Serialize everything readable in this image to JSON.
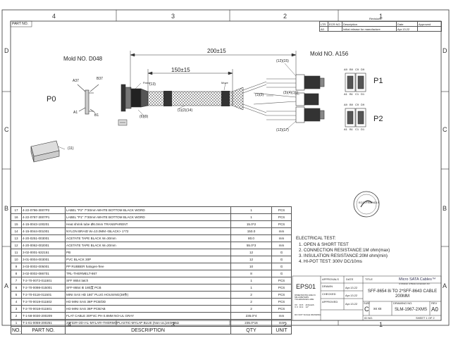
{
  "zones": {
    "top": [
      "4",
      "3",
      "2",
      "1"
    ],
    "bottom": [
      "4",
      "3",
      "2",
      "1"
    ],
    "left": [
      "D",
      "C",
      "B",
      "A"
    ],
    "right": [
      "D",
      "C",
      "B",
      "A"
    ]
  },
  "part_no_tag": "PART NO.",
  "revisions": {
    "title": "Revisions",
    "headers": [
      "LTR",
      "ECR NO",
      "Description",
      "Date",
      "Approved"
    ],
    "row": [
      "A0",
      "",
      "Initial release for manufacture",
      "Apr.13.22",
      ""
    ]
  },
  "drawing": {
    "mold_left": "Mold NO. D048",
    "mold_right": "Mold NO. A156",
    "p0": "P0",
    "p1": "P1",
    "p2": "P2",
    "pins_left": [
      "A37",
      "B37",
      "A1",
      "B1"
    ],
    "pins_p1": [
      "A9",
      "B9",
      "C9",
      "D9",
      "A1",
      "B1",
      "C1",
      "D1"
    ],
    "pins_p2": [
      "A9",
      "B9",
      "C9",
      "D9",
      "A1",
      "B1",
      "C1",
      "D1"
    ],
    "dim_overall": "200±15",
    "dim_inner": "150±15",
    "fixed": "Fixed",
    "move": "Move",
    "callouts": [
      "(12)(15)",
      "(3)(4)(16)",
      "(1)(2)",
      "(1)(2)(14)",
      "(6)(9)",
      "(12)(17)",
      "(11)",
      "(13)"
    ]
  },
  "electrical_test": {
    "title": "ELECTRICAL TEST:",
    "items": [
      "1. OPEN & SHORT TEST",
      "2. CONNECTION RESISTANCE:1M ohm(max)",
      "3. INSULATION RESISTANCE:20M ohm(min)",
      "4. HI-POT TEST: 300V DC/10ms"
    ]
  },
  "bom": {
    "headers": [
      "NO.",
      "PART NO.",
      "DESCRIPTION",
      "QTY",
      "UNIT"
    ],
    "rows": [
      [
        "17",
        "4-22-0786-3007P2",
        "LABEL \"P2\" 7*30mm WHITE BOTTOM BLACK WORD",
        "1",
        "PCS"
      ],
      [
        "16",
        "4-22-0787-3007P1",
        "LABEL \"P1\" 7*30mm WHITE BOTTOM BLACK WORD",
        "1",
        "PCS"
      ],
      [
        "15",
        "4-15-0043-100201",
        "Heat shrink tube Ø6.0mm TRANSPARENT",
        "15.0*2",
        "PCS"
      ],
      [
        "14",
        "4-15-0044-001001",
        "NYLON BRAID W=10.0MM <BLACK> 1*72",
        "150.0",
        "mm"
      ],
      [
        "13",
        "4-20-0251-003001",
        "ACETATE TAPE BLACK W=30mm",
        "80.0",
        "mm"
      ],
      [
        "12",
        "4-20-0062-002001",
        "ACETATE TAPE BLACK W=20mm",
        "55.0*3",
        "mm"
      ],
      [
        "11",
        "3-02-0001-532151",
        "PB",
        "12",
        "G"
      ],
      [
        "10",
        "3-01-0004-003001",
        "PVC BLACK 30P",
        "12",
        "G"
      ],
      [
        "9",
        "3-03-0002-005001",
        "PP RUBBER halogen-free",
        "10",
        "G"
      ],
      [
        "8",
        "3-02-0002-086701",
        "TRL-THERMELT-867",
        "8",
        "G"
      ],
      [
        "7",
        "T-2-70-0072-011501",
        "SFF 8654 latch",
        "1",
        "PCS"
      ],
      [
        "6",
        "T-2-70-0098-015001",
        "SFF-8654 8i 180度 PCB",
        "1",
        "PCS"
      ],
      [
        "5",
        "T-2-70-0118-011501",
        "MINI SAS HD 180° PLUG HOUSING(38条)",
        "2",
        "PCS"
      ],
      [
        "4",
        "T-2-70-0019-011502",
        "HD MINI SAS 36P PCB/DD",
        "2",
        "PCS"
      ],
      [
        "3",
        "T-2-70-0018-011501",
        "HD MINI SAS 36P PCB/AB",
        "2",
        "PCS"
      ],
      [
        "2",
        "T-1-58-0030-200209",
        "FLAT CABLE 30#*4C PH 0.8MM NO-UL GRAY",
        "235.0*4",
        "mm"
      ],
      [
        "1",
        "T-1-61-0059-200251",
        "2C*32#+2D+AL-MYLAR+THERMOPLASTIC-MYLAP BLUE (Non UL)24G 85Ω",
        "235.0*16",
        "mm"
      ]
    ]
  },
  "title_block": {
    "code": "EPS01",
    "approvals": "APPROVALS",
    "date": "DATE",
    "title": "TITLE",
    "drawn": "DRAWN",
    "checked": "CHECKED",
    "approved": "APPROVED",
    "dates": [
      "Apr.13.22",
      "Apr.13.22",
      "Apr.13.22"
    ],
    "tolerance_note": "DIMENSIONS ARE IN MILLIMETERS TOLERANCES ARE:",
    "tolerance_vals": "XX   ±0.5    ANGLES\nX.X  ±0.3    ±2°",
    "do_not_scale": "DO NOT SCALE DRAWING",
    "company": "Micro SATA Cables™",
    "company_sub": "A Division of Beta Computers Inc.",
    "drawing_title": "SFF-8654 8i TO 2*SFF-8643 CABLE 200MM",
    "size_label": "SIZE",
    "size": "C",
    "scale": "xx   xx",
    "dwg_no_label": "DRAWING NO.",
    "dwg_no": "SLM-1967-2XMS",
    "rev_label": "REV",
    "rev": "A0",
    "sheet": "SHEET 1 OF 2",
    "id_no_label": "ID NO."
  },
  "stamp": "ECO-FRIENDLY"
}
